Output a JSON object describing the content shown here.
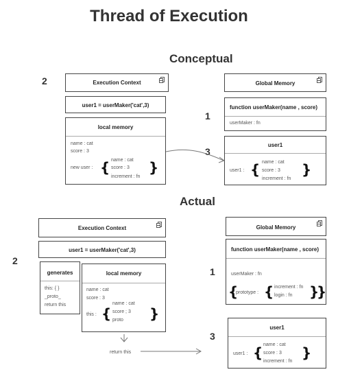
{
  "title": "Thread of Execution",
  "conceptual": {
    "heading": "Conceptual",
    "step2": "2",
    "step1": "1",
    "step3": "3",
    "execution_context": "Execution Context",
    "call": "user1 = userMaker('cat',3)",
    "local_memory": {
      "title": "local memory",
      "name": "name : cat",
      "score": "score : 3",
      "new_user_label": "new user :",
      "obj": [
        "name : cat",
        "score : 3",
        "increment : fn"
      ]
    },
    "global_memory": "Global Memory",
    "function_sig": "function userMaker(name , score)",
    "usermaker": "userMaker : fn",
    "user1_title": "user1",
    "user1_label": "user1 :",
    "user1_obj": [
      "name : cat",
      "score : 3",
      "increment : fn"
    ]
  },
  "actual": {
    "heading": "Actual",
    "step2": "2",
    "step1": "1",
    "step3": "3",
    "execution_context": "Execution Context",
    "call": "user1 = userMaker('cat',3)",
    "generates": {
      "title": "generates",
      "lines": [
        "this: { }",
        "_proto_",
        "return this"
      ]
    },
    "local_memory": {
      "title": "local memory",
      "name": "name : cat",
      "score": "score : 3",
      "this_label": "this :",
      "obj": [
        "name : cat",
        "score ; 3",
        "proto"
      ]
    },
    "return_this": "return this",
    "global_memory": "Global Memory",
    "function_sig": "function userMaker(name , score)",
    "usermaker": "userMaker : fn",
    "prototype_label": "prototype :",
    "prototype_obj": [
      "increment : fn",
      "login : fn"
    ],
    "user1_title": "user1",
    "user1_label": "user1 :",
    "user1_obj": [
      "name : cat",
      "score : 3",
      "increment : fn"
    ]
  }
}
